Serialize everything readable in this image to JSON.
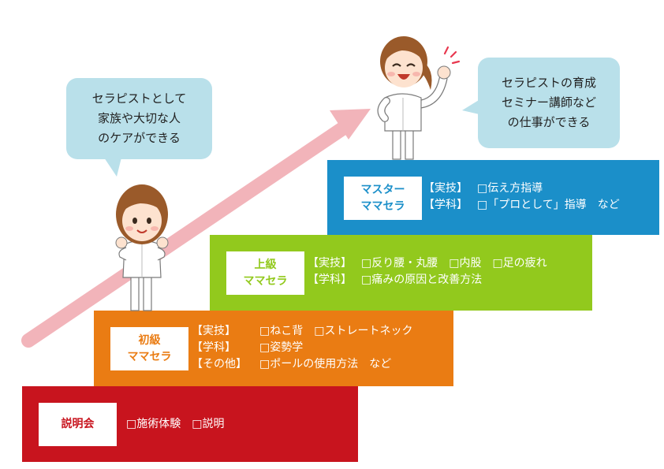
{
  "colors": {
    "step_setsumeikai": "#c8141e",
    "step_shokyu": "#ea7c13",
    "step_jokyu": "#92c91d",
    "step_master": "#1b8fc9",
    "arrow": "#f2b4ba",
    "bubble": "#b9e0ea"
  },
  "steps": {
    "setsumeikai": {
      "title_lines": [
        "説明会"
      ],
      "rows": [
        {
          "category": "",
          "items": "□施術体験　□説明"
        }
      ]
    },
    "shokyu": {
      "title_lines": [
        "初級",
        "ママセラ"
      ],
      "rows": [
        {
          "category": "【実技】",
          "items": "□ねこ背　□ストレートネック"
        },
        {
          "category": "【学科】",
          "items": "□姿勢学"
        },
        {
          "category": "【その他】",
          "items": "□ポールの使用方法　など"
        }
      ]
    },
    "jokyu": {
      "title_lines": [
        "上級",
        "ママセラ"
      ],
      "rows": [
        {
          "category": "【実技】",
          "items": "□反り腰・丸腰　□内股　□足の疲れ"
        },
        {
          "category": "【学科】",
          "items": "□痛みの原因と改善方法"
        }
      ]
    },
    "master": {
      "title_lines": [
        "マスター",
        "ママセラ"
      ],
      "rows": [
        {
          "category": "【実技】",
          "items": "□伝え方指導"
        },
        {
          "category": "【学科】",
          "items": "□「プロとして」指導　など"
        }
      ]
    }
  },
  "bubbles": {
    "left": {
      "lines": [
        "セラピストとして",
        "家族や大切な人",
        "のケアができる"
      ]
    },
    "right": {
      "lines": [
        "セラピストの育成",
        "セミナー講師など",
        "の仕事ができる"
      ]
    }
  },
  "icons": {
    "therapist_left": "therapist-fists-icon",
    "therapist_right": "therapist-cheering-icon"
  }
}
